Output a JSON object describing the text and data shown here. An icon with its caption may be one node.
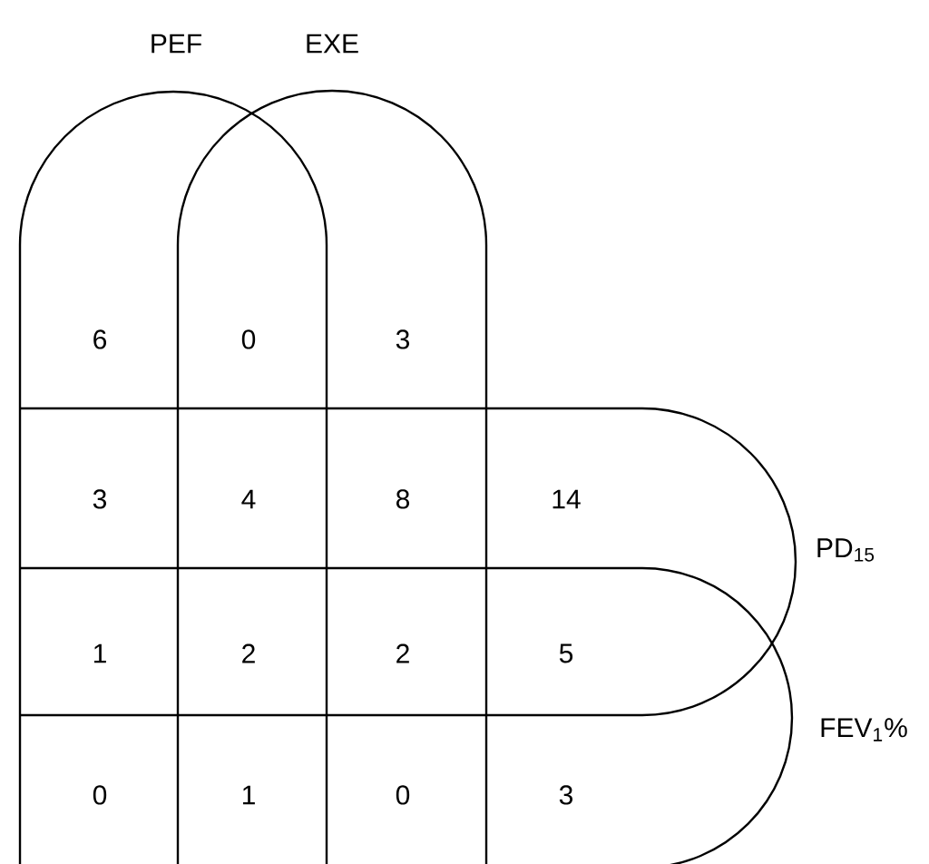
{
  "diagram": {
    "nodes": [
      {
        "text": [
          "PEF"
        ]
      },
      {
        "text": [
          "EXE"
        ]
      },
      {
        "text": [
          "PD$_{15}$"
        ]
      },
      {
        "text": [
          "FEV$_{1}$%"
        ]
      }
    ],
    "labels": [
      "6",
      "0",
      "3",
      "3",
      "4",
      "8",
      "14",
      "1",
      "2",
      "2",
      "5",
      "0",
      "1",
      "0",
      "3"
    ]
  }
}
